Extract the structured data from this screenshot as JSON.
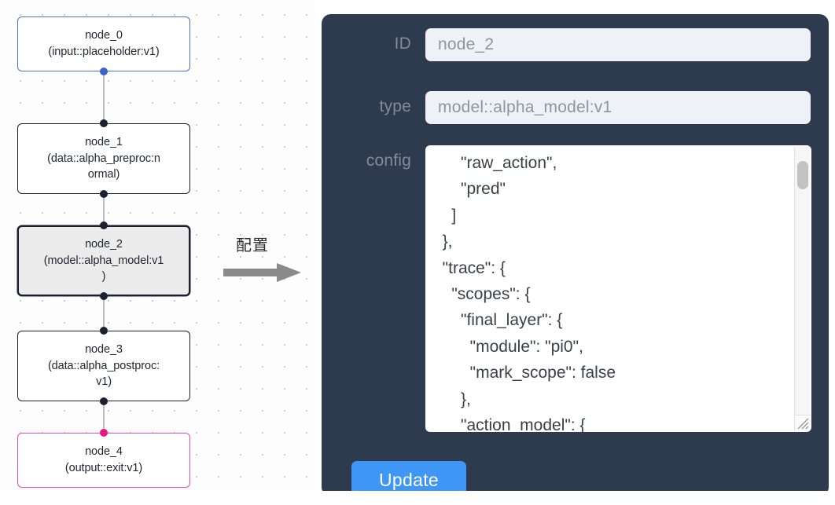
{
  "canvas": {
    "background_color": "#fdfdfe",
    "grid": "dotted",
    "nodes": [
      {
        "id": "node_0",
        "title": "node_0",
        "subtitle": "(input::placeholder:v1)",
        "lines": [
          "node_0",
          "(input::placeholder:v1)"
        ],
        "state": "default",
        "border_color": "#4a73c6",
        "fill_color": "#ffffff"
      },
      {
        "id": "node_1",
        "title": "node_1",
        "subtitle": "(data::alpha_preproc:normal)",
        "lines": [
          "node_1",
          "(data::alpha_preproc:n",
          "ormal)"
        ],
        "state": "default",
        "border_color": "#1c2130",
        "fill_color": "#ffffff"
      },
      {
        "id": "node_2",
        "title": "node_2",
        "subtitle": "(model::alpha_model:v1)",
        "lines": [
          "node_2",
          "(model::alpha_model:v1",
          ")"
        ],
        "state": "selected",
        "border_color": "#1c2130",
        "fill_color": "#ececec"
      },
      {
        "id": "node_3",
        "title": "node_3",
        "subtitle": "(data::alpha_postproc:v1)",
        "lines": [
          "node_3",
          "(data::alpha_postproc:",
          "v1)"
        ],
        "state": "default",
        "border_color": "#1c2130",
        "fill_color": "#ffffff"
      },
      {
        "id": "node_4",
        "title": "node_4",
        "subtitle": "(output::exit:v1)",
        "lines": [
          "node_4",
          "(output::exit:v1)"
        ],
        "state": "default",
        "border_color": "#e8509b",
        "fill_color": "#ffffff"
      }
    ]
  },
  "annotation": {
    "label": "配置",
    "arrow_color": "#8a8a8a",
    "arrow_direction": "right"
  },
  "panel": {
    "background_color": "#2e3a4d",
    "fields": [
      {
        "label": "ID",
        "value": "node_2"
      },
      {
        "label": "type",
        "value": "model::alpha_model:v1"
      },
      {
        "label": "config",
        "value": ""
      }
    ],
    "id_label": "ID",
    "id_value": "node_2",
    "type_label": "type",
    "type_value": "model::alpha_model:v1",
    "config_label": "config",
    "config_value": "      \"raw_action\",\n      \"pred\"\n    ]\n  },\n  \"trace\": {\n    \"scopes\": {\n      \"final_layer\": {\n        \"module\": \"pi0\",\n        \"mark_scope\": false\n      },\n      \"action_model\": {",
    "update_label": "Update",
    "update_color": "#3e97f7",
    "scrollbar": {
      "visible": true,
      "thumb_position": "near-top"
    }
  }
}
